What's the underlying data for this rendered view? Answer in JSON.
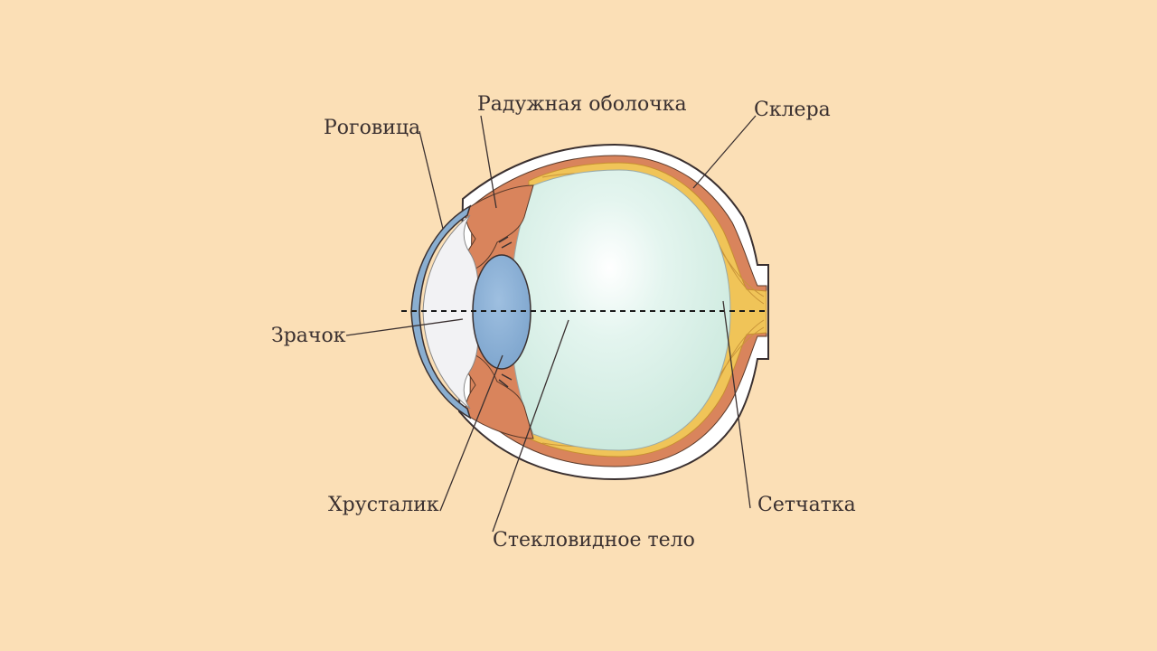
{
  "diagram": {
    "labels": {
      "iris": "Радужная оболочка",
      "cornea": "Роговица",
      "sclera": "Склера",
      "pupil": "Зрачок",
      "lens": "Хрусталик",
      "retina": "Сетчатка",
      "vitreous_body": "Стекловидное тело"
    },
    "colors": {
      "background": "#fbdfb6",
      "sclera": "#ffffff",
      "choroid": "#d9845c",
      "retina": "#f0c458",
      "vitreous": "#d6efe6",
      "lens": "#86acd2",
      "cornea": "#8aaed0",
      "outline": "#3a3030"
    }
  }
}
